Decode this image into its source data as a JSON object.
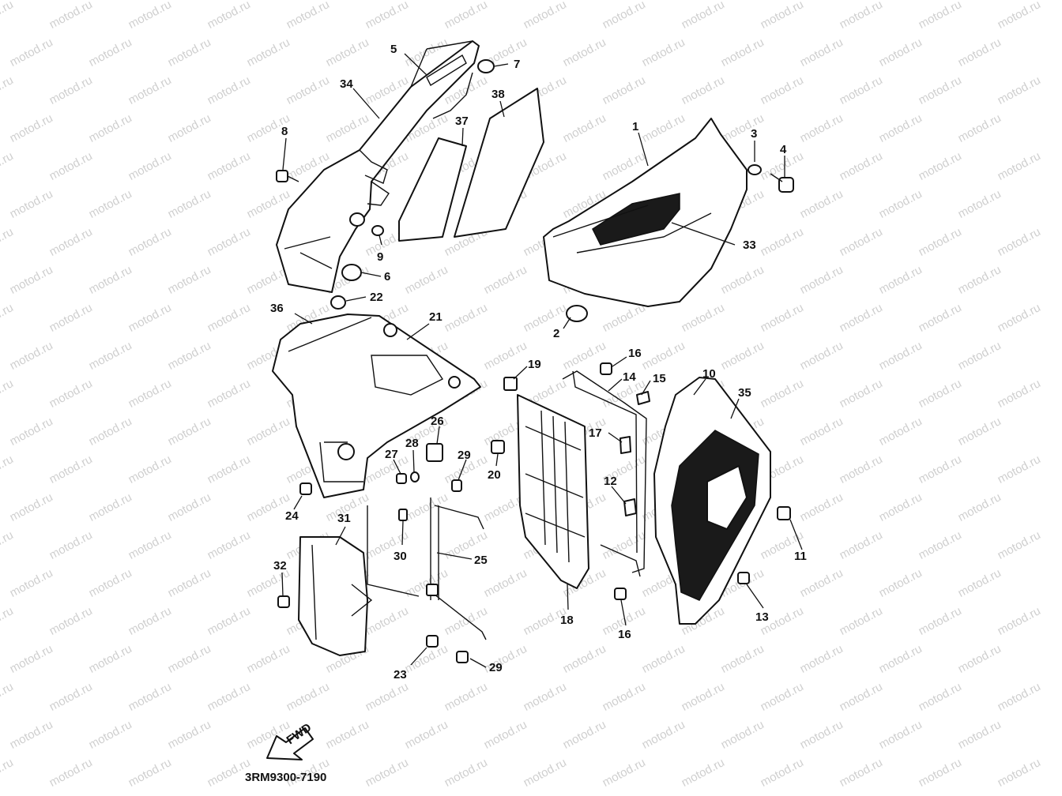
{
  "watermark": "motod.ru",
  "catalog_number": "3RM9300-7190",
  "fwd_label": "FWD",
  "callouts": [
    {
      "id": "5",
      "text": "5"
    },
    {
      "id": "7",
      "text": "7"
    },
    {
      "id": "34",
      "text": "34"
    },
    {
      "id": "38",
      "text": "38"
    },
    {
      "id": "37",
      "text": "37"
    },
    {
      "id": "1",
      "text": "1"
    },
    {
      "id": "3",
      "text": "3"
    },
    {
      "id": "4",
      "text": "4"
    },
    {
      "id": "8",
      "text": "8"
    },
    {
      "id": "9",
      "text": "9"
    },
    {
      "id": "6",
      "text": "6"
    },
    {
      "id": "33",
      "text": "33"
    },
    {
      "id": "36",
      "text": "36"
    },
    {
      "id": "22",
      "text": "22"
    },
    {
      "id": "21",
      "text": "21"
    },
    {
      "id": "2",
      "text": "2"
    },
    {
      "id": "16a",
      "text": "16"
    },
    {
      "id": "19",
      "text": "19"
    },
    {
      "id": "14",
      "text": "14"
    },
    {
      "id": "15",
      "text": "15"
    },
    {
      "id": "10",
      "text": "10"
    },
    {
      "id": "35",
      "text": "35"
    },
    {
      "id": "26",
      "text": "26"
    },
    {
      "id": "28",
      "text": "28"
    },
    {
      "id": "27",
      "text": "27"
    },
    {
      "id": "29a",
      "text": "29"
    },
    {
      "id": "20",
      "text": "20"
    },
    {
      "id": "17",
      "text": "17"
    },
    {
      "id": "12",
      "text": "12"
    },
    {
      "id": "24",
      "text": "24"
    },
    {
      "id": "31",
      "text": "31"
    },
    {
      "id": "30",
      "text": "30"
    },
    {
      "id": "25",
      "text": "25"
    },
    {
      "id": "11",
      "text": "11"
    },
    {
      "id": "32",
      "text": "32"
    },
    {
      "id": "18",
      "text": "18"
    },
    {
      "id": "16b",
      "text": "16"
    },
    {
      "id": "13",
      "text": "13"
    },
    {
      "id": "23",
      "text": "23"
    },
    {
      "id": "29b",
      "text": "29"
    }
  ]
}
